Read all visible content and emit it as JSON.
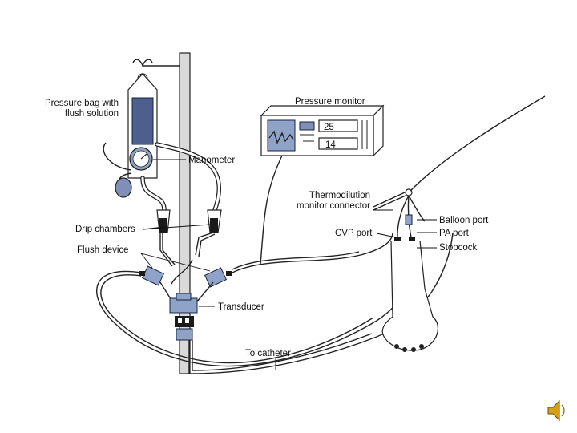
{
  "labels": {
    "pressure_bag_line1": "Pressure bag with",
    "pressure_bag_line2": "flush solution",
    "manometer": "Manometer",
    "pressure_monitor": "Pressure monitor",
    "monitor_reading_top": "25",
    "monitor_reading_bottom": "14",
    "thermodilution_line1": "Thermodilution",
    "thermodilution_line2": "monitor connector",
    "drip_chambers": "Drip chambers",
    "flush_device": "Flush device",
    "balloon_port": "Balloon port",
    "cvp_port": "CVP port",
    "pa_port": "PA port",
    "stopcock": "Stopcock",
    "transducer": "Transducer",
    "to_catheter": "To catheter"
  },
  "icons": {
    "speaker": "speaker-icon"
  },
  "colors": {
    "part_fill": "#8fa3c8",
    "line": "#222222",
    "speaker": "#d4a017"
  }
}
